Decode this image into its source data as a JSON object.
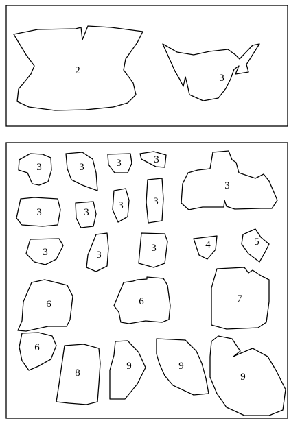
{
  "top_panel": {
    "pieces": [
      {
        "label": "2"
      },
      {
        "label": "3"
      }
    ]
  },
  "bottom_panel": {
    "pieces": [
      {
        "label": "3"
      },
      {
        "label": "3"
      },
      {
        "label": "3"
      },
      {
        "label": "3"
      },
      {
        "label": "3"
      },
      {
        "label": "3"
      },
      {
        "label": "3"
      },
      {
        "label": "3"
      },
      {
        "label": "3"
      },
      {
        "label": "3"
      },
      {
        "label": "3"
      },
      {
        "label": "3"
      },
      {
        "label": "4"
      },
      {
        "label": "5"
      },
      {
        "label": "6"
      },
      {
        "label": "6"
      },
      {
        "label": "7"
      },
      {
        "label": "6"
      },
      {
        "label": "8"
      },
      {
        "label": "9"
      },
      {
        "label": "9"
      },
      {
        "label": "9"
      }
    ]
  },
  "colors": {
    "stroke": "#000000",
    "background": "#ffffff"
  }
}
